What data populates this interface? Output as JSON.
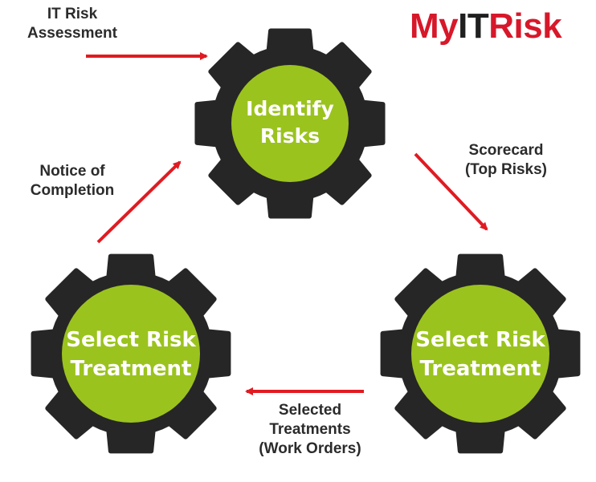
{
  "logo": {
    "prefix": "My",
    "highlight": "IT",
    "suffix": "Risk",
    "color_red": "#d7182a",
    "color_dark": "#1f1f1f"
  },
  "colors": {
    "gear": "#262626",
    "hub": "#9bc31e",
    "arrow": "#e01b22"
  },
  "gears": {
    "top": {
      "line1": "Identify",
      "line2": "Risks"
    },
    "left": {
      "line1": "Select Risk",
      "line2": "Treatment"
    },
    "right": {
      "line1": "Select Risk",
      "line2": "Treatment"
    }
  },
  "labels": {
    "assessment": {
      "line1": "IT Risk",
      "line2": "Assessment"
    },
    "scorecard": {
      "line1": "Scorecard",
      "line2": "(Top Risks)"
    },
    "completion": {
      "line1": "Notice of",
      "line2": "Completion"
    },
    "selected": {
      "line1": "Selected",
      "line2": "Treatments",
      "line3": "(Work Orders)"
    }
  }
}
